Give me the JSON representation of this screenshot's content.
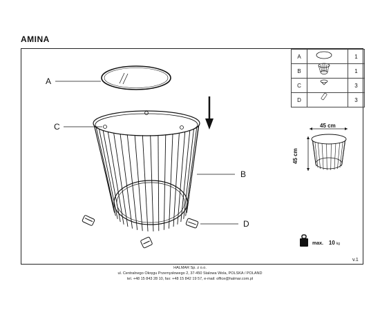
{
  "product": {
    "title": "AMINA"
  },
  "labels": {
    "a": "A",
    "b": "B",
    "c": "C",
    "d": "D"
  },
  "parts_table": [
    {
      "letter": "A",
      "qty": "1",
      "icon": "glass-top-icon"
    },
    {
      "letter": "B",
      "qty": "1",
      "icon": "wire-frame-icon"
    },
    {
      "letter": "C",
      "qty": "3",
      "icon": "glass-pad-icon"
    },
    {
      "letter": "D",
      "qty": "3",
      "icon": "foot-cap-icon"
    }
  ],
  "dimensions": {
    "width": "45 cm",
    "height": "45 cm"
  },
  "weight": {
    "prefix": "max.",
    "value": "10",
    "unit": "kg"
  },
  "version": "v.1",
  "footer": {
    "company": "HALMAR Sp. z o.o.",
    "address": "ul. Centralnego Okręgu Przemysłowego 2, 37-450 Stalowa Wola, POLSKA / POLAND",
    "contact": "tel. +48 15 843 28 10, fax: +48 15 842 19 57, e-mail: office@halmar.com.pl"
  }
}
